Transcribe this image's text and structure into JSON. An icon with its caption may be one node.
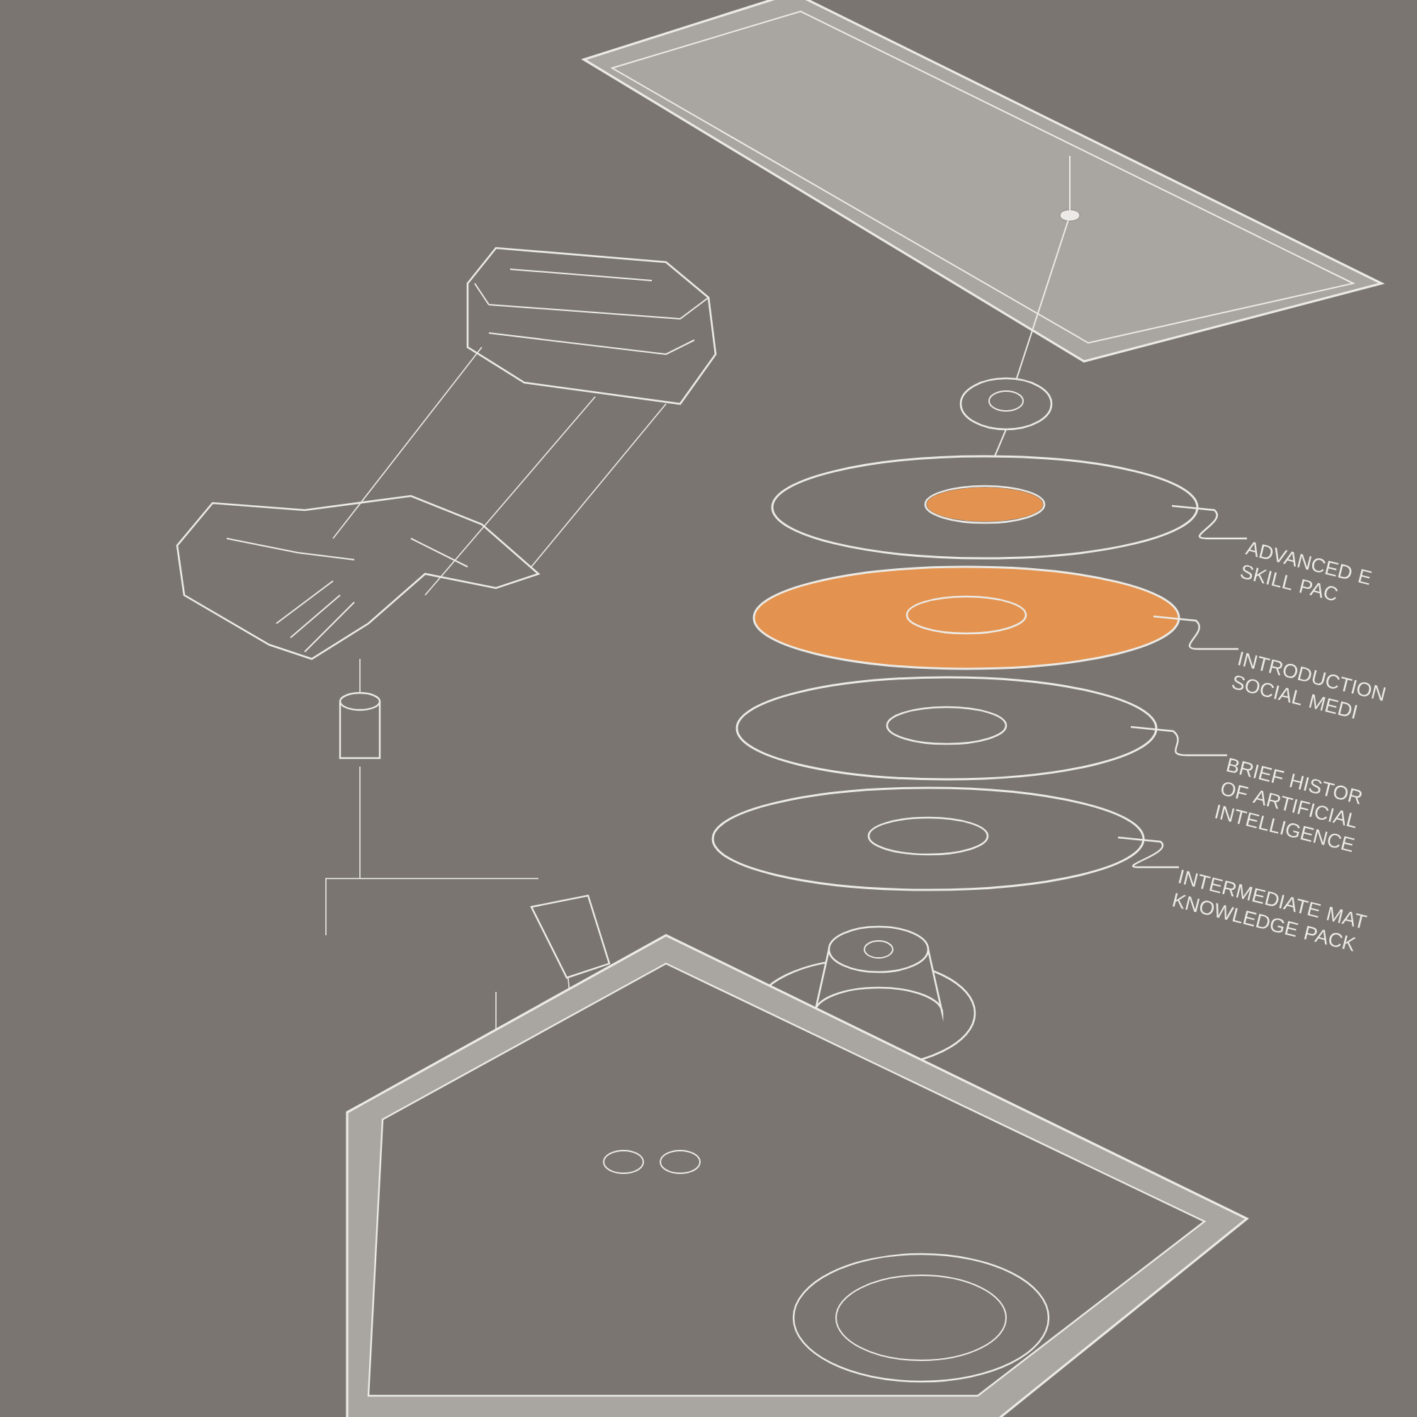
{
  "diagram": {
    "nodes": [
      {
        "text": [],
        "shape": "circle"
      },
      {
        "text": [],
        "shape": "circle"
      },
      {
        "text": [],
        "shape": "circle"
      },
      {
        "text": [],
        "shape": "circle"
      },
      {
        "text": [
          "ADVANCED E SKILL PAC"
        ]
      },
      {
        "text": [
          "INTRODUCTION SOCIAL MEDI"
        ]
      },
      {
        "text": [
          "BRIEF HISTOR OF ARTIFICIAL INTELLIGENCE"
        ]
      },
      {
        "text": [
          "INTERMEDIATE MAT KNOWLEDGE PACK"
        ]
      }
    ],
    "edges": [
      {
        "from": 4,
        "to": 0,
        "arrow": "none"
      },
      {
        "from": 5,
        "to": 1,
        "arrow": "none"
      },
      {
        "from": 6,
        "to": 2,
        "arrow": "none"
      },
      {
        "from": 7,
        "to": 3,
        "arrow": "none"
      }
    ]
  }
}
